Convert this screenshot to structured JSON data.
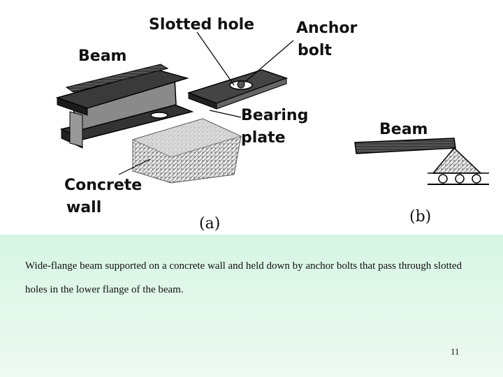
{
  "figure": {
    "labels": {
      "slotted_hole": "Slotted hole",
      "anchor_bolt_line1": "Anchor",
      "anchor_bolt_line2": "bolt",
      "beam_a": "Beam",
      "bearing_plate_line1": "Bearing",
      "bearing_plate_line2": "plate",
      "concrete_wall_line1": "Concrete",
      "concrete_wall_line2": "wall",
      "beam_b": "Beam",
      "caption_a": "(a)",
      "caption_b": "(b)"
    }
  },
  "caption": {
    "text": "Wide-flange beam supported on a concrete wall and held down by anchor bolts that pass through slotted holes in the lower flange of the beam."
  },
  "page": {
    "number": "11"
  },
  "colors": {
    "caption_background": "#d6f5e4",
    "ink": "#111111"
  }
}
